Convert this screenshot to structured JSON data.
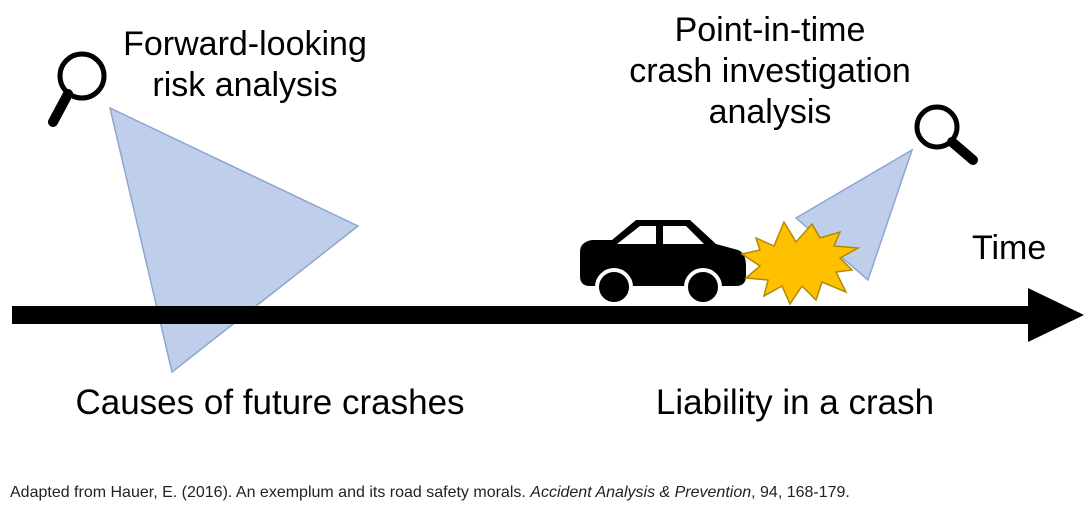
{
  "headings": {
    "forward": {
      "line1": "Forward-looking",
      "line2": "risk analysis"
    },
    "point_in_time": {
      "line1": "Point-in-time",
      "line2": "crash investigation",
      "line3": "analysis"
    }
  },
  "axis": {
    "label": "Time"
  },
  "captions": {
    "left": "Causes of future crashes",
    "right": "Liability in a crash"
  },
  "citation": {
    "prefix": "Adapted from Hauer, E. (2016). An exemplum and its road safety morals. ",
    "journal": "Accident Analysis & Prevention",
    "suffix": ", 94, 168-179."
  },
  "colors": {
    "triangle_fill": "#b4c7e7",
    "triangle_stroke": "#7f9cc7",
    "timeline": "#000000",
    "car": "#000000",
    "explosion_fill": "#ffc000",
    "explosion_stroke": "#c09000"
  },
  "icons": [
    "magnifier-icon",
    "car-icon",
    "explosion-icon",
    "arrow-head-icon"
  ]
}
